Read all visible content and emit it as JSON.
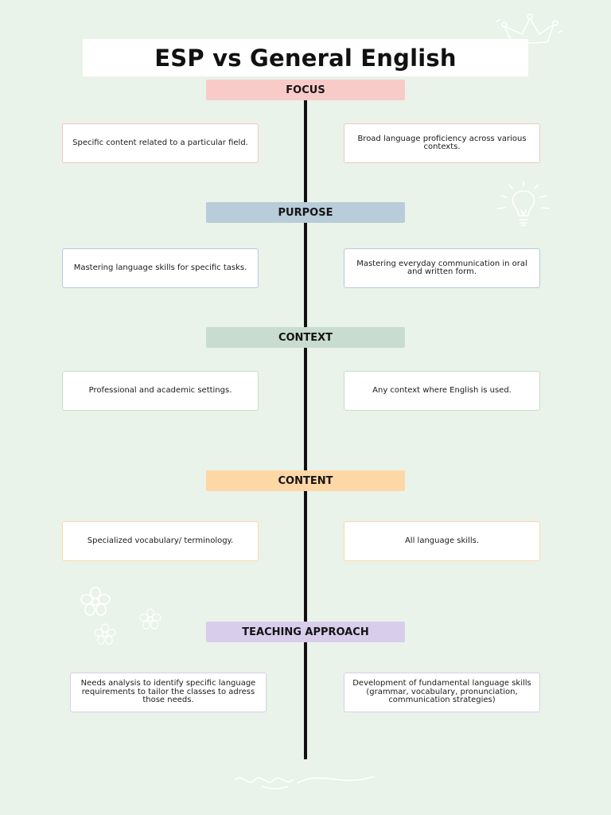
{
  "title": "ESP vs General English",
  "sections": [
    {
      "heading": "FOCUS",
      "color": "#f8cbc9",
      "border": "#f3c4c2",
      "left": "Specific content  related to a particular field.",
      "right": "Broad language proficiency across various contexts."
    },
    {
      "heading": "PURPOSE",
      "color": "#b8ccd9",
      "border": "#b6cadb",
      "left": "Mastering language skills for specific tasks.",
      "right": "Mastering everyday communication in oral and written form."
    },
    {
      "heading": "CONTEXT",
      "color": "#c8dccf",
      "border": "#c9dccd",
      "left": "Professional and academic settings.",
      "right": "Any context where English is used."
    },
    {
      "heading": "CONTENT",
      "color": "#fdd8a6",
      "border": "#fad9ad",
      "left": "Specialized vocabulary/ terminology.",
      "right": "All language skills."
    },
    {
      "heading": "TEACHING APPROACH",
      "color": "#d9cdec",
      "border": "#d7cdeb",
      "left": "Needs analysis to identify specific language requirements to tailor the classes to adress those needs.",
      "right": "Development of fundamental language skills (grammar, vocabulary, pronunciation, communication strategies)"
    }
  ],
  "decorations": [
    "crown-icon",
    "lightbulb-icon",
    "flowers-icon",
    "squiggle-icon"
  ]
}
